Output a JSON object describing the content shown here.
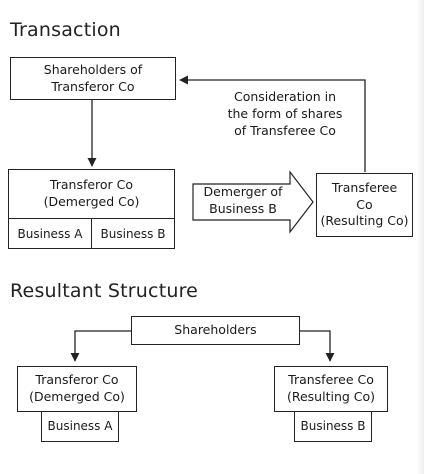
{
  "transaction": {
    "heading": "Transaction",
    "shareholders_box": "Shareholders of\nTransferor Co",
    "transferor_box": "Transferor Co\n(Demerged Co)",
    "business_a": "Business A",
    "business_b": "Business B",
    "demerger_arrow_label": "Demerger of\nBusiness B",
    "transferee_box": "Transferee\nCo\n(Resulting Co)",
    "consideration_label": "Consideration in\nthe form of shares\nof Transferee Co"
  },
  "resultant": {
    "heading": "Resultant Structure",
    "shareholders_box": "Shareholders",
    "transferor_box": "Transferor Co\n(Demerged Co)",
    "business_a": "Business A",
    "transferee_box": "Transferee Co\n(Resulting Co)",
    "business_b": "Business B"
  },
  "colors": {
    "line": "#222222",
    "background": "#ffffff"
  }
}
